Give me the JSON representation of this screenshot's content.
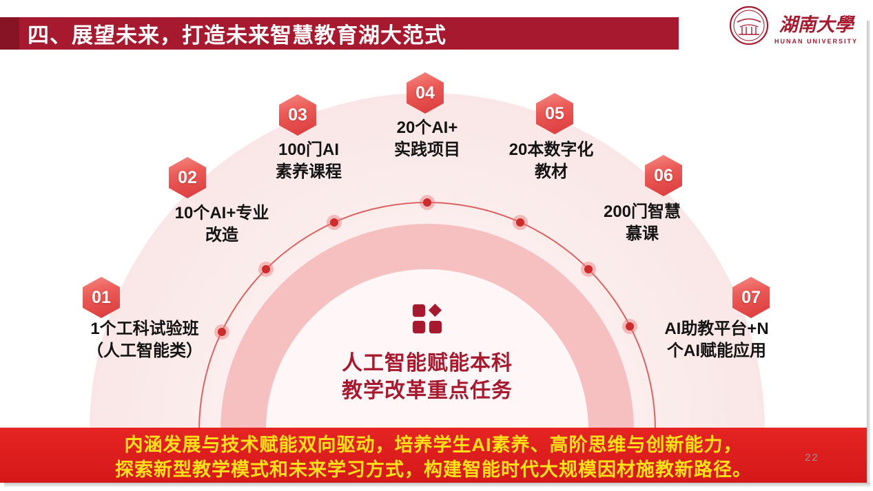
{
  "colors": {
    "primary_red": "#A6192E",
    "banner_red": "#DF1F1F",
    "banner_text_yellow": "#FFE11A",
    "badge_red": "#E6504E",
    "dome_pink": "#F9E4E4",
    "band_pink": "#F6C0C0"
  },
  "header": {
    "title": "四、展望未来，打造未来智慧教育湖大范式"
  },
  "logo": {
    "name_cn": "湖南大學",
    "name_en": "HUNAN UNIVERSITY"
  },
  "diagram": {
    "center_title": {
      "line1": "人工智能赋能本科",
      "line2": "教学改革重点任务"
    },
    "items": [
      {
        "num": "01",
        "line1": "1个工科试验班",
        "line2": "（人工智能类）"
      },
      {
        "num": "02",
        "line1": "10个AI+专业",
        "line2": "改造"
      },
      {
        "num": "03",
        "line1": "100门AI",
        "line2": "素养课程"
      },
      {
        "num": "04",
        "line1": "20个AI+",
        "line2": "实践项目"
      },
      {
        "num": "05",
        "line1": "20本数字化",
        "line2": "教材"
      },
      {
        "num": "06",
        "line1": "200门智慧",
        "line2": "慕课"
      },
      {
        "num": "07",
        "line1": "AI助教平台+N",
        "line2": "个AI赋能应用"
      }
    ]
  },
  "footer": {
    "line1": "内涵发展与技术赋能双向驱动，培养学生AI素养、高阶思维与创新能力，",
    "line2": "探索新型教学模式和未来学习方式，构建智能时代大规模因材施教新路径。"
  },
  "page_number": "22"
}
